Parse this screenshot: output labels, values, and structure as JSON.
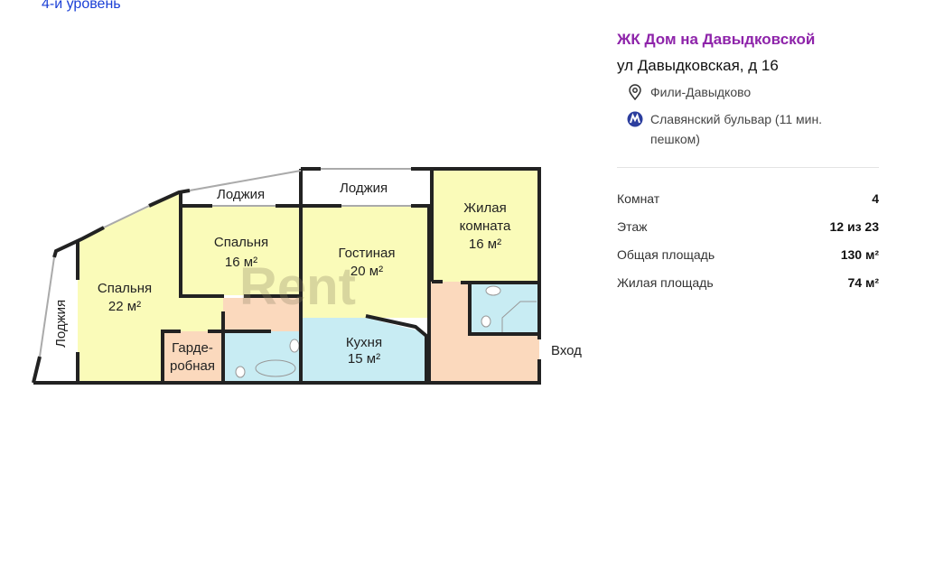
{
  "level_label": "4-и уровень",
  "plan": {
    "watermark": "Rent",
    "rooms": [
      {
        "name": "Лоджия"
      },
      {
        "name": "Лоджия"
      },
      {
        "name": "Лоджия"
      },
      {
        "name": "Спальня",
        "area": "16 м²"
      },
      {
        "name": "Спальня",
        "area": "22 м²"
      },
      {
        "name": "Гостиная",
        "area": "20 м²"
      },
      {
        "name": "Жилая",
        "name2": "комната",
        "area": "16 м²"
      },
      {
        "name": "Кухня",
        "area": "15 м²"
      },
      {
        "name": "Гарде-",
        "name2": "робная"
      }
    ],
    "entrance": "Вход"
  },
  "info": {
    "complex": "ЖК Дом на Давыдковской",
    "address": "ул Давыдковская, д 16",
    "district": "Фили-Давыдково",
    "metro_line1": "Славянский бульвар (11 мин.",
    "metro_line2": "пешком)",
    "metro_color": "#2c3e9e",
    "accent": "#8e24aa",
    "specs": [
      {
        "label": "Комнат",
        "value": "4"
      },
      {
        "label": "Этаж",
        "value": "12 из 23"
      },
      {
        "label": "Общая площадь",
        "value": "130 м²"
      },
      {
        "label": "Жилая площадь",
        "value": "74 м²"
      }
    ]
  }
}
